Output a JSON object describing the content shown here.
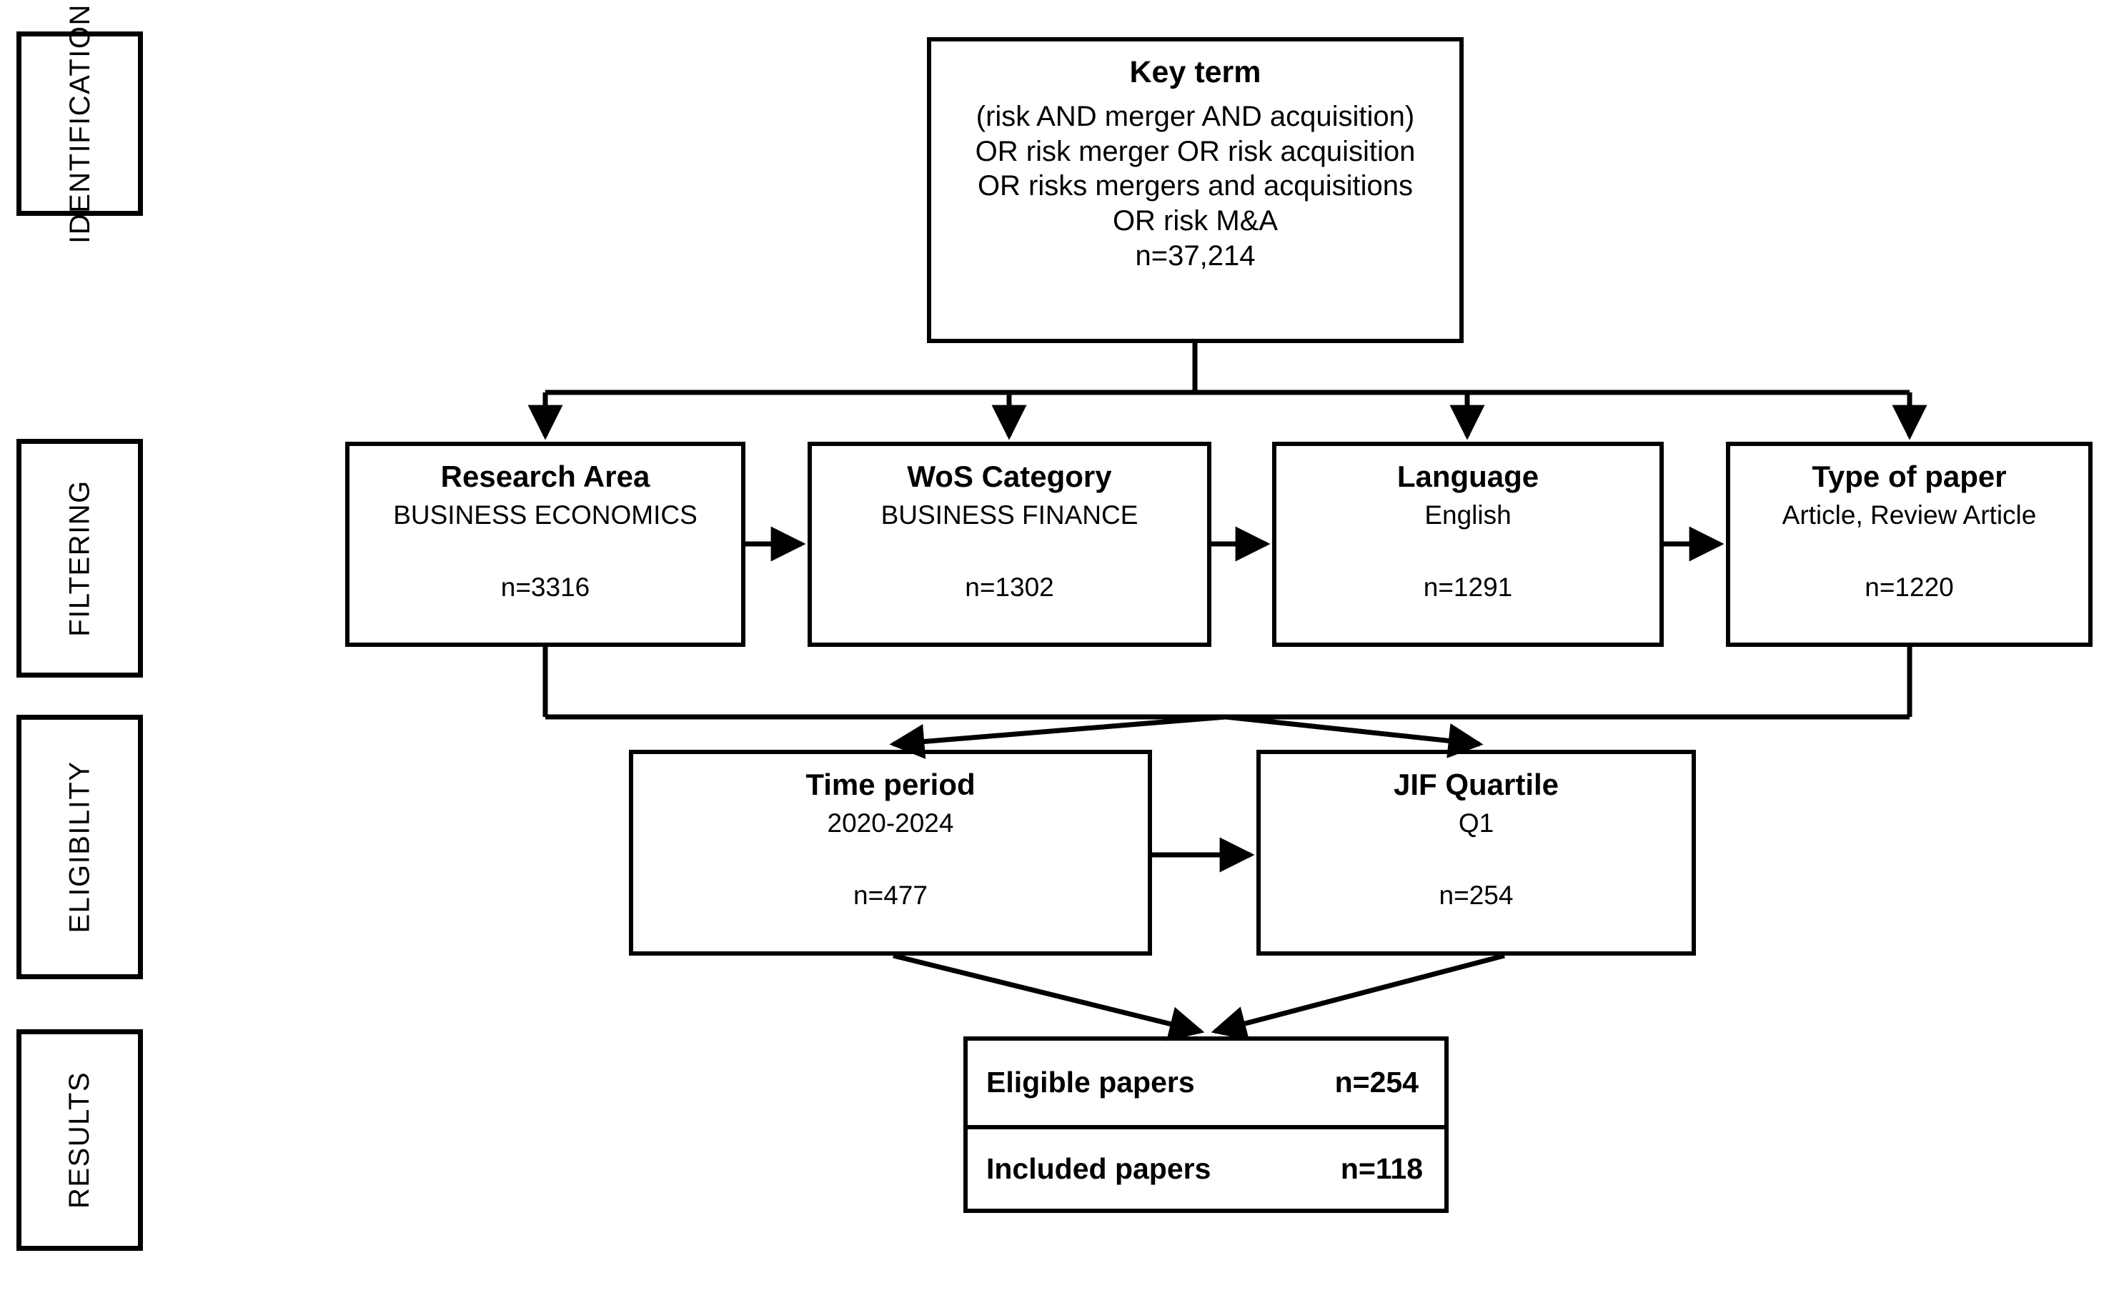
{
  "diagram": {
    "title": "PRISMA-style literature selection flow diagram",
    "stages": [
      {
        "id": "identification",
        "label": "IDENTIFICATION"
      },
      {
        "id": "filtering",
        "label": "FILTERING"
      },
      {
        "id": "eligibility",
        "label": "ELIGIBILITY"
      },
      {
        "id": "results",
        "label": "RESULTS"
      }
    ],
    "identification": {
      "key_term": {
        "title": "Key term",
        "query_lines": [
          "(risk AND merger AND acquisition)",
          "OR risk merger OR risk acquisition",
          "OR risks mergers and acquisitions",
          "OR risk M&A"
        ],
        "count": "n=37,214"
      }
    },
    "filtering": {
      "nodes": [
        {
          "id": "research-area",
          "title": "Research Area",
          "value": "BUSINESS ECONOMICS",
          "count": "n=3316"
        },
        {
          "id": "wos-category",
          "title": "WoS Category",
          "value": "BUSINESS FINANCE",
          "count": "n=1302"
        },
        {
          "id": "language",
          "title": "Language",
          "value": "English",
          "count": "n=1291"
        },
        {
          "id": "type-of-paper",
          "title": "Type of paper",
          "value": "Article, Review Article",
          "count": "n=1220"
        }
      ]
    },
    "eligibility": {
      "nodes": [
        {
          "id": "time-period",
          "title": "Time period",
          "value": "2020-2024",
          "count": "n=477"
        },
        {
          "id": "jif-quartile",
          "title": "JIF Quartile",
          "value": "Q1",
          "count": "n=254"
        }
      ]
    },
    "results": {
      "rows": [
        {
          "id": "eligible-papers",
          "label": "Eligible papers",
          "value": "n=254"
        },
        {
          "id": "included-papers",
          "label": "Included papers",
          "value": "n=118"
        }
      ]
    },
    "colors": {
      "stroke": "#000000",
      "fill": "#ffffff",
      "text": "#000000"
    }
  }
}
